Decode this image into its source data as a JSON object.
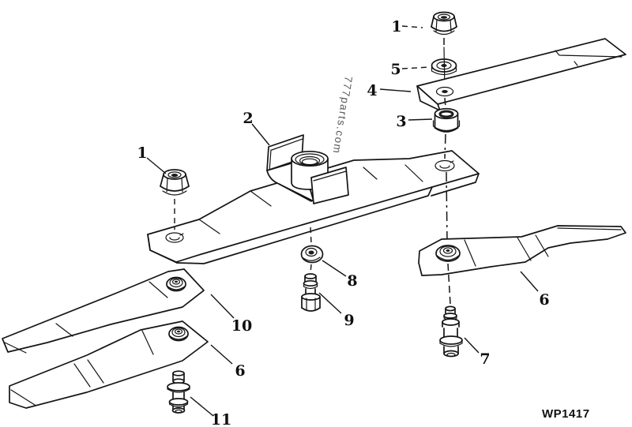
{
  "diagram": {
    "watermark": "777parts.com",
    "drawing_code": "WP1417",
    "ink_color": "#141414",
    "background_color": "#ffffff",
    "callouts": [
      {
        "id": "1-top-right",
        "label": "1",
        "part": "flange-lock-nut"
      },
      {
        "id": "5",
        "label": "5",
        "part": "washer"
      },
      {
        "id": "4",
        "label": "4",
        "part": "upper-blade-bar"
      },
      {
        "id": "3",
        "label": "3",
        "part": "bushing-spacer"
      },
      {
        "id": "2",
        "label": "2",
        "part": "mounting-bracket"
      },
      {
        "id": "1-left",
        "label": "1",
        "part": "flange-lock-nut"
      },
      {
        "id": "8",
        "label": "8",
        "part": "cup-washer"
      },
      {
        "id": "9",
        "label": "9",
        "part": "shoulder-bolt"
      },
      {
        "id": "6-right",
        "label": "6",
        "part": "curved-blade"
      },
      {
        "id": "7",
        "label": "7",
        "part": "blade-bolt"
      },
      {
        "id": "10",
        "label": "10",
        "part": "curved-blade-long"
      },
      {
        "id": "6-left",
        "label": "6",
        "part": "curved-blade"
      },
      {
        "id": "11",
        "label": "11",
        "part": "blade-bolt"
      }
    ]
  }
}
